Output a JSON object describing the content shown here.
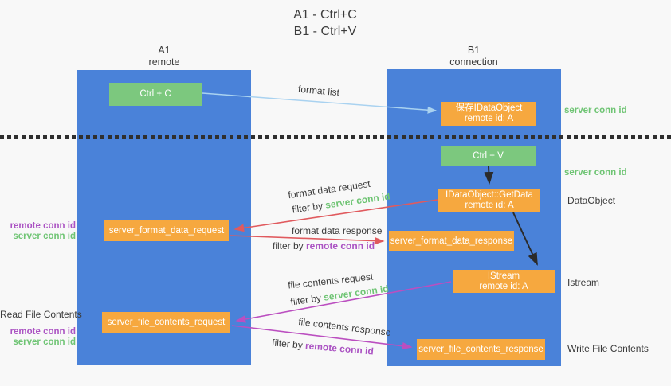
{
  "title": {
    "line1": "A1 - Ctrl+C",
    "line2": "B1 - Ctrl+V"
  },
  "lanes": {
    "a1": {
      "name": "A1",
      "role": "remote"
    },
    "b1": {
      "name": "B1",
      "role": "connection"
    }
  },
  "nodes": {
    "ctrl_c": "Ctrl + C",
    "ctrl_v": "Ctrl + V",
    "save_idataobject": {
      "line1": "保存IDataObject",
      "line2": "remote id: A"
    },
    "getdata": {
      "line1": "IDataObject::GetData",
      "line2": "remote id: A"
    },
    "istream": {
      "line1": "IStream",
      "line2": "remote id: A"
    },
    "format_request": "server_format_data_request",
    "format_response": "server_format_data_response",
    "file_request": "server_file_contents_request",
    "file_response": "server_file_contents_response"
  },
  "edge_labels": {
    "format_list": "format list",
    "format_data_request": "format data request",
    "format_data_response": "format data response",
    "file_contents_request": "file contents request",
    "file_contents_response": "file contents response",
    "filter_by": "filter by ",
    "server_conn_id": "server conn id",
    "remote_conn_id": "remote conn id"
  },
  "side_labels": {
    "server_conn_id": "server conn id",
    "remote_conn_id": "remote conn id",
    "dataobject": "DataObject",
    "istream": "Istream",
    "read_file_contents": "Read File Contents",
    "write_file_contents": "Write File Contents"
  },
  "colors": {
    "background": "#f8f8f8",
    "lane_blue": "#4a82d9",
    "green_box": "#7cc87e",
    "orange_box": "#f6a83f",
    "arrow_blue": "#a9d2f0",
    "arrow_red": "#e05a5e",
    "arrow_purple": "#bb4fc0",
    "arrow_black": "#2b2b2b",
    "green_text": "#6ec473",
    "purple_text": "#ab53c3",
    "text_dark": "#3c3c3c",
    "dotted": "#2f2f2f"
  }
}
